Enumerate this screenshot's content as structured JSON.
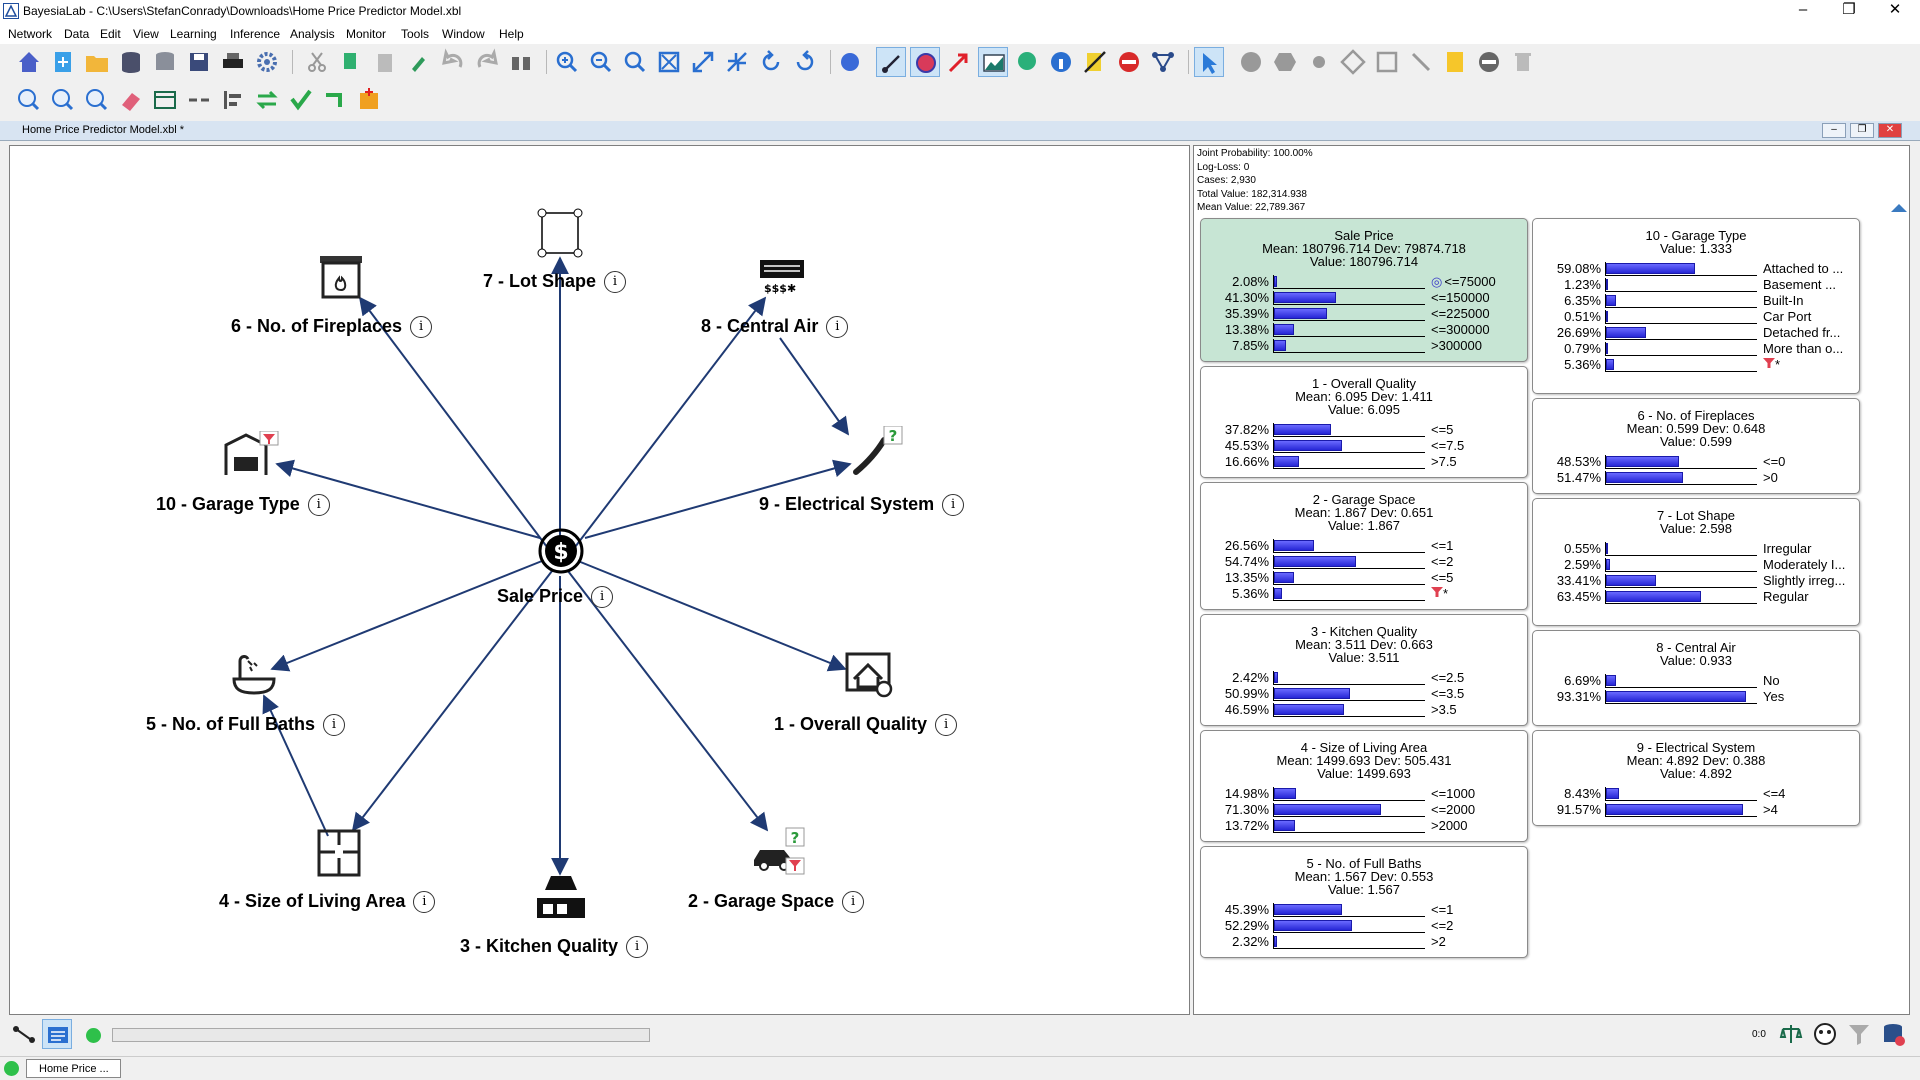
{
  "window": {
    "title": "BayesiaLab - C:\\Users\\StefanConradу\\Downloads\\Home Price Predictor Model.xbl",
    "minimize": "–",
    "restore": "❐",
    "close": "✕"
  },
  "menu": [
    "Network",
    "Data",
    "Edit",
    "View",
    "Learning",
    "Inference",
    "Analysis",
    "Monitor",
    "Tools",
    "Window",
    "Help"
  ],
  "document": {
    "title": "Home Price Predictor Model.xbl *"
  },
  "nodes": {
    "sale_price": "Sale Price",
    "lot_shape": "7 - Lot Shape",
    "fireplaces": "6 - No. of Fireplaces",
    "central_air": "8 - Central Air",
    "garage_type": "10 - Garage Type",
    "electrical": "9 - Electrical System",
    "full_baths": "5 - No. of Full Baths",
    "overall_quality": "1 - Overall Quality",
    "living_area": "4 - Size of Living Area",
    "garage_space": "2 - Garage Space",
    "kitchen_quality": "3 - Kitchen Quality"
  },
  "info_glyph": "i",
  "stats": [
    "Joint Probability: 100.00%",
    "Log-Loss: 0",
    "Cases: 2,930",
    "Total Value: 182,314.938",
    "Mean Value: 22,789.367"
  ],
  "monitors": [
    {
      "title": "Sale Price",
      "lines": [
        "Mean: 180796.714  Dev: 79874.718",
        "Value: 180796.714"
      ],
      "rows": [
        [
          "2.08%",
          0.0208,
          "<=75000"
        ],
        [
          "41.30%",
          0.413,
          "<=150000"
        ],
        [
          "35.39%",
          0.3539,
          "<=225000"
        ],
        [
          "13.38%",
          0.1338,
          "<=300000"
        ],
        [
          "7.85%",
          0.0785,
          ">300000"
        ]
      ]
    },
    {
      "title": "1 - Overall Quality",
      "lines": [
        "Mean: 6.095  Dev: 1.411",
        "Value: 6.095"
      ],
      "rows": [
        [
          "37.82%",
          0.3782,
          "<=5"
        ],
        [
          "45.53%",
          0.4553,
          "<=7.5"
        ],
        [
          "16.66%",
          0.1666,
          ">7.5"
        ]
      ]
    },
    {
      "title": "2 - Garage Space",
      "lines": [
        "Mean: 1.867  Dev: 0.651",
        "Value: 1.867"
      ],
      "rows": [
        [
          "26.56%",
          0.2656,
          "<=1"
        ],
        [
          "54.74%",
          0.5474,
          "<=2"
        ],
        [
          "13.35%",
          0.1335,
          "<=5"
        ],
        [
          "5.36%",
          0.0536,
          "*"
        ]
      ]
    },
    {
      "title": "3 - Kitchen Quality",
      "lines": [
        "Mean: 3.511  Dev: 0.663",
        "Value: 3.511"
      ],
      "rows": [
        [
          "2.42%",
          0.0242,
          "<=2.5"
        ],
        [
          "50.99%",
          0.5099,
          "<=3.5"
        ],
        [
          "46.59%",
          0.4659,
          ">3.5"
        ]
      ]
    },
    {
      "title": "4 - Size of Living Area",
      "lines": [
        "Mean: 1499.693  Dev: 505.431",
        "Value: 1499.693"
      ],
      "rows": [
        [
          "14.98%",
          0.1498,
          "<=1000"
        ],
        [
          "71.30%",
          0.713,
          "<=2000"
        ],
        [
          "13.72%",
          0.1372,
          ">2000"
        ]
      ]
    },
    {
      "title": "5 - No. of Full Baths",
      "lines": [
        "Mean: 1.567  Dev: 0.553",
        "Value: 1.567"
      ],
      "rows": [
        [
          "45.39%",
          0.4539,
          "<=1"
        ],
        [
          "52.29%",
          0.5229,
          "<=2"
        ],
        [
          "2.32%",
          0.0232,
          ">2"
        ]
      ]
    },
    {
      "title": "10 - Garage Type",
      "lines": [
        "Value: 1.333"
      ],
      "rows": [
        [
          "59.08%",
          0.5908,
          "Attached to ..."
        ],
        [
          "1.23%",
          0.0123,
          "Basement ..."
        ],
        [
          "6.35%",
          0.0635,
          "Built-In"
        ],
        [
          "0.51%",
          0.0051,
          "Car Port"
        ],
        [
          "26.69%",
          0.2669,
          "Detached fr..."
        ],
        [
          "0.79%",
          0.0079,
          "More than o..."
        ],
        [
          "5.36%",
          0.0536,
          "*"
        ]
      ]
    },
    {
      "title": "6 - No. of Fireplaces",
      "lines": [
        "Mean: 0.599  Dev: 0.648",
        "Value: 0.599"
      ],
      "rows": [
        [
          "48.53%",
          0.4853,
          "<=0"
        ],
        [
          "51.47%",
          0.5147,
          ">0"
        ]
      ]
    },
    {
      "title": "7 - Lot Shape",
      "lines": [
        "Value: 2.598"
      ],
      "rows": [
        [
          "0.55%",
          0.0055,
          "Irregular"
        ],
        [
          "2.59%",
          0.0259,
          "Moderately I..."
        ],
        [
          "33.41%",
          0.3341,
          "Slightly irreg..."
        ],
        [
          "63.45%",
          0.6345,
          "Regular"
        ]
      ]
    },
    {
      "title": "8 - Central Air",
      "lines": [
        "Value: 0.933"
      ],
      "rows": [
        [
          "6.69%",
          0.0669,
          "No"
        ],
        [
          "93.31%",
          0.9331,
          "Yes"
        ]
      ]
    },
    {
      "title": "9 - Electrical System",
      "lines": [
        "Mean: 4.892  Dev: 0.388",
        "Value: 4.892"
      ],
      "rows": [
        [
          "8.43%",
          0.0843,
          "<=4"
        ],
        [
          "91.57%",
          0.9157,
          ">4"
        ]
      ]
    }
  ],
  "status": {
    "task": "Home Price ...",
    "ratio": "0:0"
  },
  "colors": {
    "edge": "#1f3a73",
    "bar": "#3a3ae8",
    "target_bg": "#c7e5d4"
  }
}
